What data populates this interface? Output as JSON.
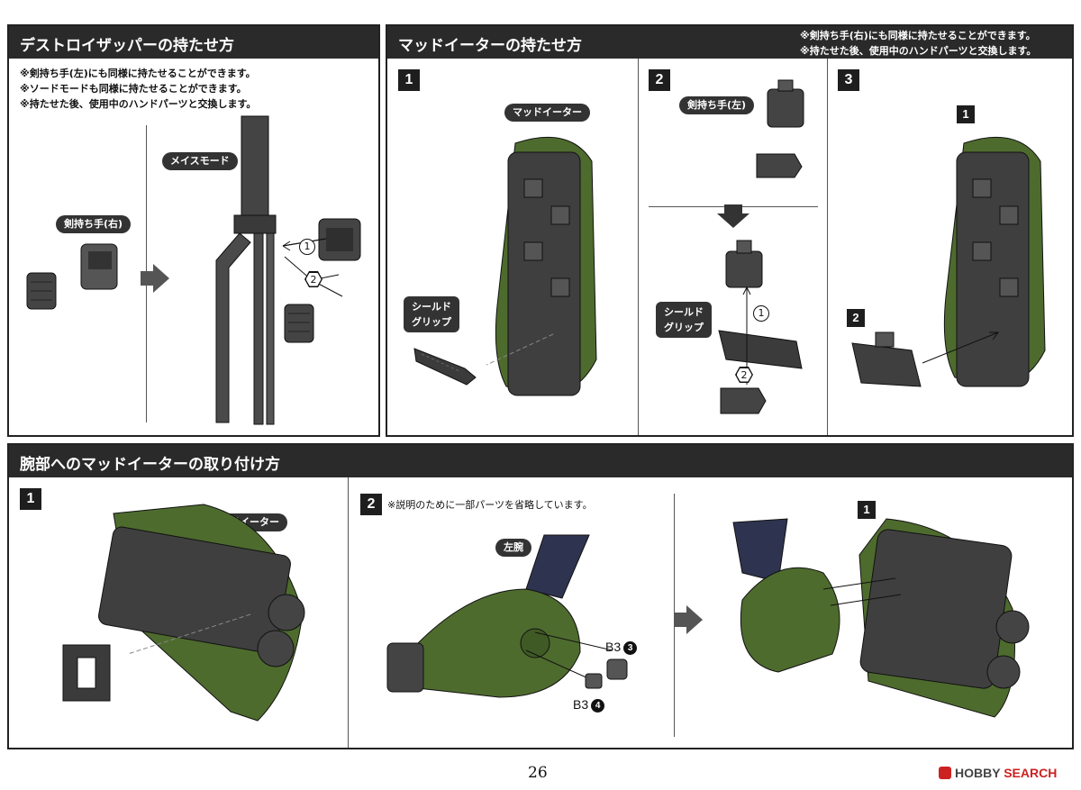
{
  "panel_a": {
    "title": "デストロイザッパーの持たせ方",
    "notes": [
      "※剣持ち手(左)にも同様に持たせることができます。",
      "※ソードモードも同様に持たせることができます。",
      "※持たせた後、使用中のハンドパーツと交換します。"
    ],
    "label_mace_mode": "メイスモード",
    "label_sword_hand_right": "剣持ち手(右)",
    "circle_1": "1",
    "hex_2": "2"
  },
  "panel_b": {
    "title": "マッドイーターの持たせ方",
    "notes": [
      "※剣持ち手(右)にも同様に持たせることができます。",
      "※持たせた後、使用中のハンドパーツと交換します。"
    ],
    "step1": {
      "num": "1",
      "label_mad_eater": "マッドイーター",
      "label_shield_grip_1": "シールド",
      "label_shield_grip_2": "グリップ"
    },
    "step2": {
      "num": "2",
      "label_sword_hand_left": "剣持ち手(左)",
      "label_shield_grip_1": "シールド",
      "label_shield_grip_2": "グリップ",
      "circle_1": "1",
      "circle_2": "2"
    },
    "step3": {
      "num": "3",
      "ref_1": "1",
      "ref_2": "2"
    }
  },
  "panel_c": {
    "title": "腕部へのマッドイーターの取り付け方",
    "step1": {
      "num": "1",
      "label_mad_eater": "マッドイーター"
    },
    "step2": {
      "num": "2",
      "note": "※説明のために一部パーツを省略しています。",
      "label_left_arm": "左腕",
      "part_b3_a": "B3",
      "part_b3_a_num": "3",
      "part_b3_b": "B3",
      "part_b3_b_num": "4"
    },
    "step3": {
      "ref_1": "1"
    }
  },
  "footer": {
    "page_number": "26",
    "watermark_hobby": "HOBBY",
    "watermark_search": "SEARCH"
  },
  "colors": {
    "header_bg": "#2a2a2a",
    "armor_green": "#4e6b2e",
    "part_gray": "#3f3f3f",
    "arm_navy": "#2e3450"
  }
}
